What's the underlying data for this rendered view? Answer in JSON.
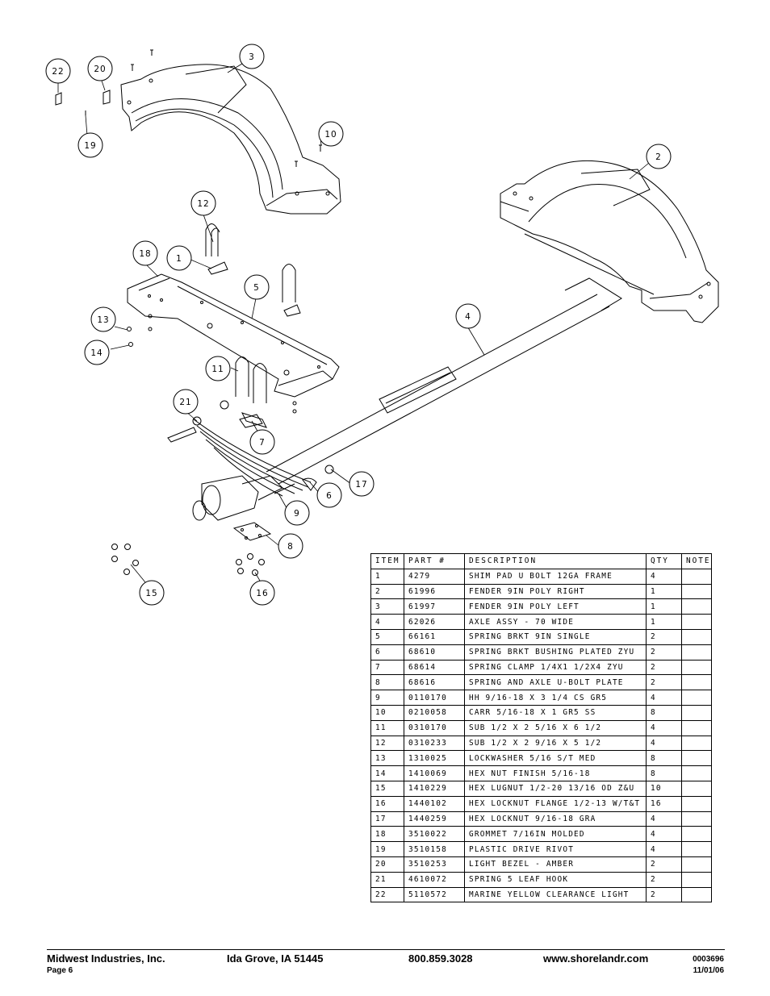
{
  "callouts": [
    "22",
    "20",
    "19",
    "3",
    "10",
    "2",
    "12",
    "1",
    "18",
    "5",
    "13",
    "14",
    "4",
    "11",
    "21",
    "7",
    "17",
    "6",
    "9",
    "8",
    "15",
    "16"
  ],
  "parts_table": {
    "headers": {
      "item": "ITEM",
      "part": "PART #",
      "description": "DESCRIPTION",
      "qty": "QTY",
      "note": "NOTE"
    },
    "rows": [
      {
        "item": "1",
        "part": "4279",
        "description": "SHIM PAD   U BOLT 12GA FRAME",
        "qty": "4",
        "note": ""
      },
      {
        "item": "2",
        "part": "61996",
        "description": "FENDER  9IN POLY RIGHT",
        "qty": "1",
        "note": ""
      },
      {
        "item": "3",
        "part": "61997",
        "description": "FENDER  9IN POLY LEFT",
        "qty": "1",
        "note": ""
      },
      {
        "item": "4",
        "part": "62026",
        "description": "AXLE ASSY - 70 WIDE",
        "qty": "1",
        "note": ""
      },
      {
        "item": "5",
        "part": "66161",
        "description": "SPRING BRKT   9IN SINGLE",
        "qty": "2",
        "note": ""
      },
      {
        "item": "6",
        "part": "68610",
        "description": "SPRING BRKT BUSHING PLATED ZYU",
        "qty": "2",
        "note": ""
      },
      {
        "item": "7",
        "part": "68614",
        "description": "SPRING CLAMP   1/4X1 1/2X4  ZYU",
        "qty": "2",
        "note": ""
      },
      {
        "item": "8",
        "part": "68616",
        "description": "SPRING AND AXLE U-BOLT PLATE",
        "qty": "2",
        "note": ""
      },
      {
        "item": "9",
        "part": "0110170",
        "description": "HH 9/16-18 X 3 1/4 CS GR5",
        "qty": "4",
        "note": ""
      },
      {
        "item": "10",
        "part": "0210058",
        "description": "CARR 5/16-18 X 1 GR5 SS",
        "qty": "8",
        "note": ""
      },
      {
        "item": "11",
        "part": "0310170",
        "description": "SUB 1/2 X 2 5/16 X 6 1/2",
        "qty": "4",
        "note": ""
      },
      {
        "item": "12",
        "part": "0310233",
        "description": "SUB 1/2 X 2 9/16 X 5 1/2",
        "qty": "4",
        "note": ""
      },
      {
        "item": "13",
        "part": "1310025",
        "description": "LOCKWASHER 5/16 S/T MED",
        "qty": "8",
        "note": ""
      },
      {
        "item": "14",
        "part": "1410069",
        "description": "HEX NUT FINISH 5/16-18",
        "qty": "8",
        "note": ""
      },
      {
        "item": "15",
        "part": "1410229",
        "description": "HEX LUGNUT 1/2-20 13/16 OD Z&U",
        "qty": "10",
        "note": ""
      },
      {
        "item": "16",
        "part": "1440102",
        "description": "HEX LOCKNUT FLANGE 1/2-13 W/T&T",
        "qty": "16",
        "note": ""
      },
      {
        "item": "17",
        "part": "1440259",
        "description": "HEX LOCKNUT 9/16-18 GRA",
        "qty": "4",
        "note": ""
      },
      {
        "item": "18",
        "part": "3510022",
        "description": "GROMMET  7/16IN MOLDED",
        "qty": "4",
        "note": ""
      },
      {
        "item": "19",
        "part": "3510158",
        "description": "PLASTIC DRIVE RIVOT",
        "qty": "4",
        "note": ""
      },
      {
        "item": "20",
        "part": "3510253",
        "description": "LIGHT BEZEL - AMBER",
        "qty": "2",
        "note": ""
      },
      {
        "item": "21",
        "part": "4610072",
        "description": "SPRING  5 LEAF HOOK",
        "qty": "2",
        "note": ""
      },
      {
        "item": "22",
        "part": "5110572",
        "description": "MARINE YELLOW CLEARANCE LIGHT",
        "qty": "2",
        "note": ""
      }
    ]
  },
  "footer": {
    "company": "Midwest Industries, Inc.",
    "page": "Page 6",
    "location": "Ida Grove, IA  51445",
    "phone": "800.859.3028",
    "website": "www.shorelandr.com",
    "doc_number": "0003696",
    "date": "11/01/06"
  }
}
